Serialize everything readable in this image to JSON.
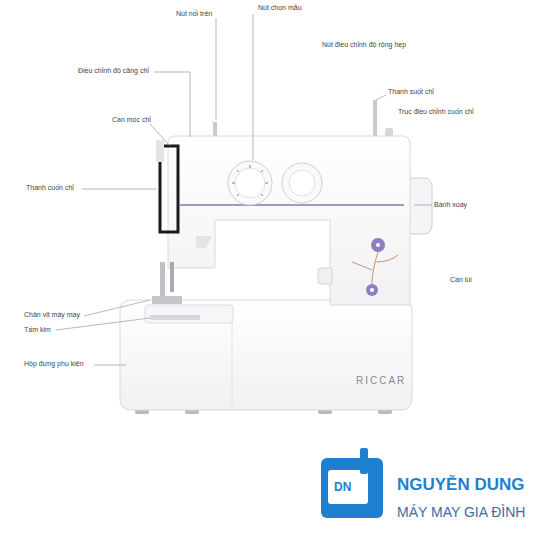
{
  "diagram": {
    "labels": [
      "Nút nối trên",
      "Nút chọn mẫu",
      "Nút điều chỉnh độ rộng hẹp",
      "Điều chỉnh độ căng chỉ",
      "Thanh suốt chỉ",
      "Trục điều chỉnh cuốn chỉ",
      "Cần móc chỉ",
      "Thanh cuốn chỉ",
      "Bánh xoay",
      "Cần lùi",
      "Chân vịt máy may",
      "Tấm kim",
      "Hộp đựng phụ kiện",
      "RICCAR",
      "DN",
      "NGUYỄN DUNG",
      "MÁY MAY GIA ĐÌNH"
    ]
  }
}
